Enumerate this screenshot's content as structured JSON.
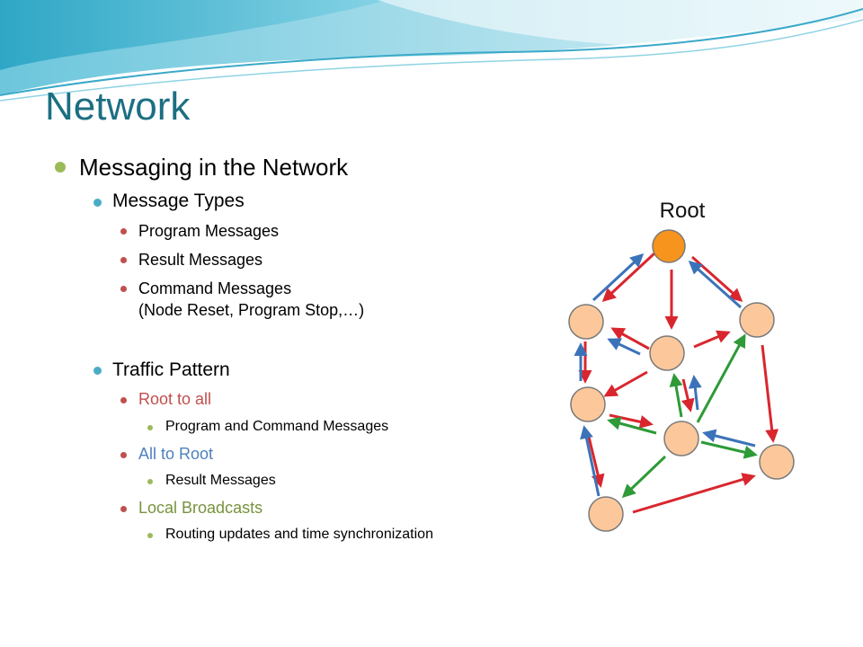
{
  "slide": {
    "title": "Network",
    "bullets": {
      "main": "Messaging in the Network",
      "message_types": {
        "label": "Message Types",
        "items": [
          "Program Messages",
          "Result Messages",
          "Command Messages"
        ],
        "command_detail": "(Node Reset, Program Stop,…)"
      },
      "traffic_pattern": {
        "label": "Traffic Pattern",
        "root_to_all": "Root to all",
        "root_to_all_detail": "Program and Command Messages",
        "all_to_root": "All to Root",
        "all_to_root_detail": "Result Messages",
        "local_broadcasts": "Local Broadcasts",
        "local_broadcasts_detail": "Routing updates and time synchronization"
      }
    }
  },
  "diagram": {
    "root_label": "Root",
    "colors": {
      "root_node": "#f7941d",
      "node_fill": "#fcc89b",
      "root_to_all_arrow": "#d9262e",
      "all_to_root_arrow": "#3b73b9",
      "local_broadcast_arrow": "#2e9a38",
      "root_to_all_text": "#c0504d",
      "all_to_root_text": "#4f81bd",
      "local_broadcast_text": "#77933c",
      "title": "#1c6f82",
      "bullet_lvl1": "#9bbb59",
      "bullet_lvl2": "#4bacc6",
      "bullet_lvl3": "#c0504d",
      "bullet_lvl4": "#9bbb59"
    }
  }
}
